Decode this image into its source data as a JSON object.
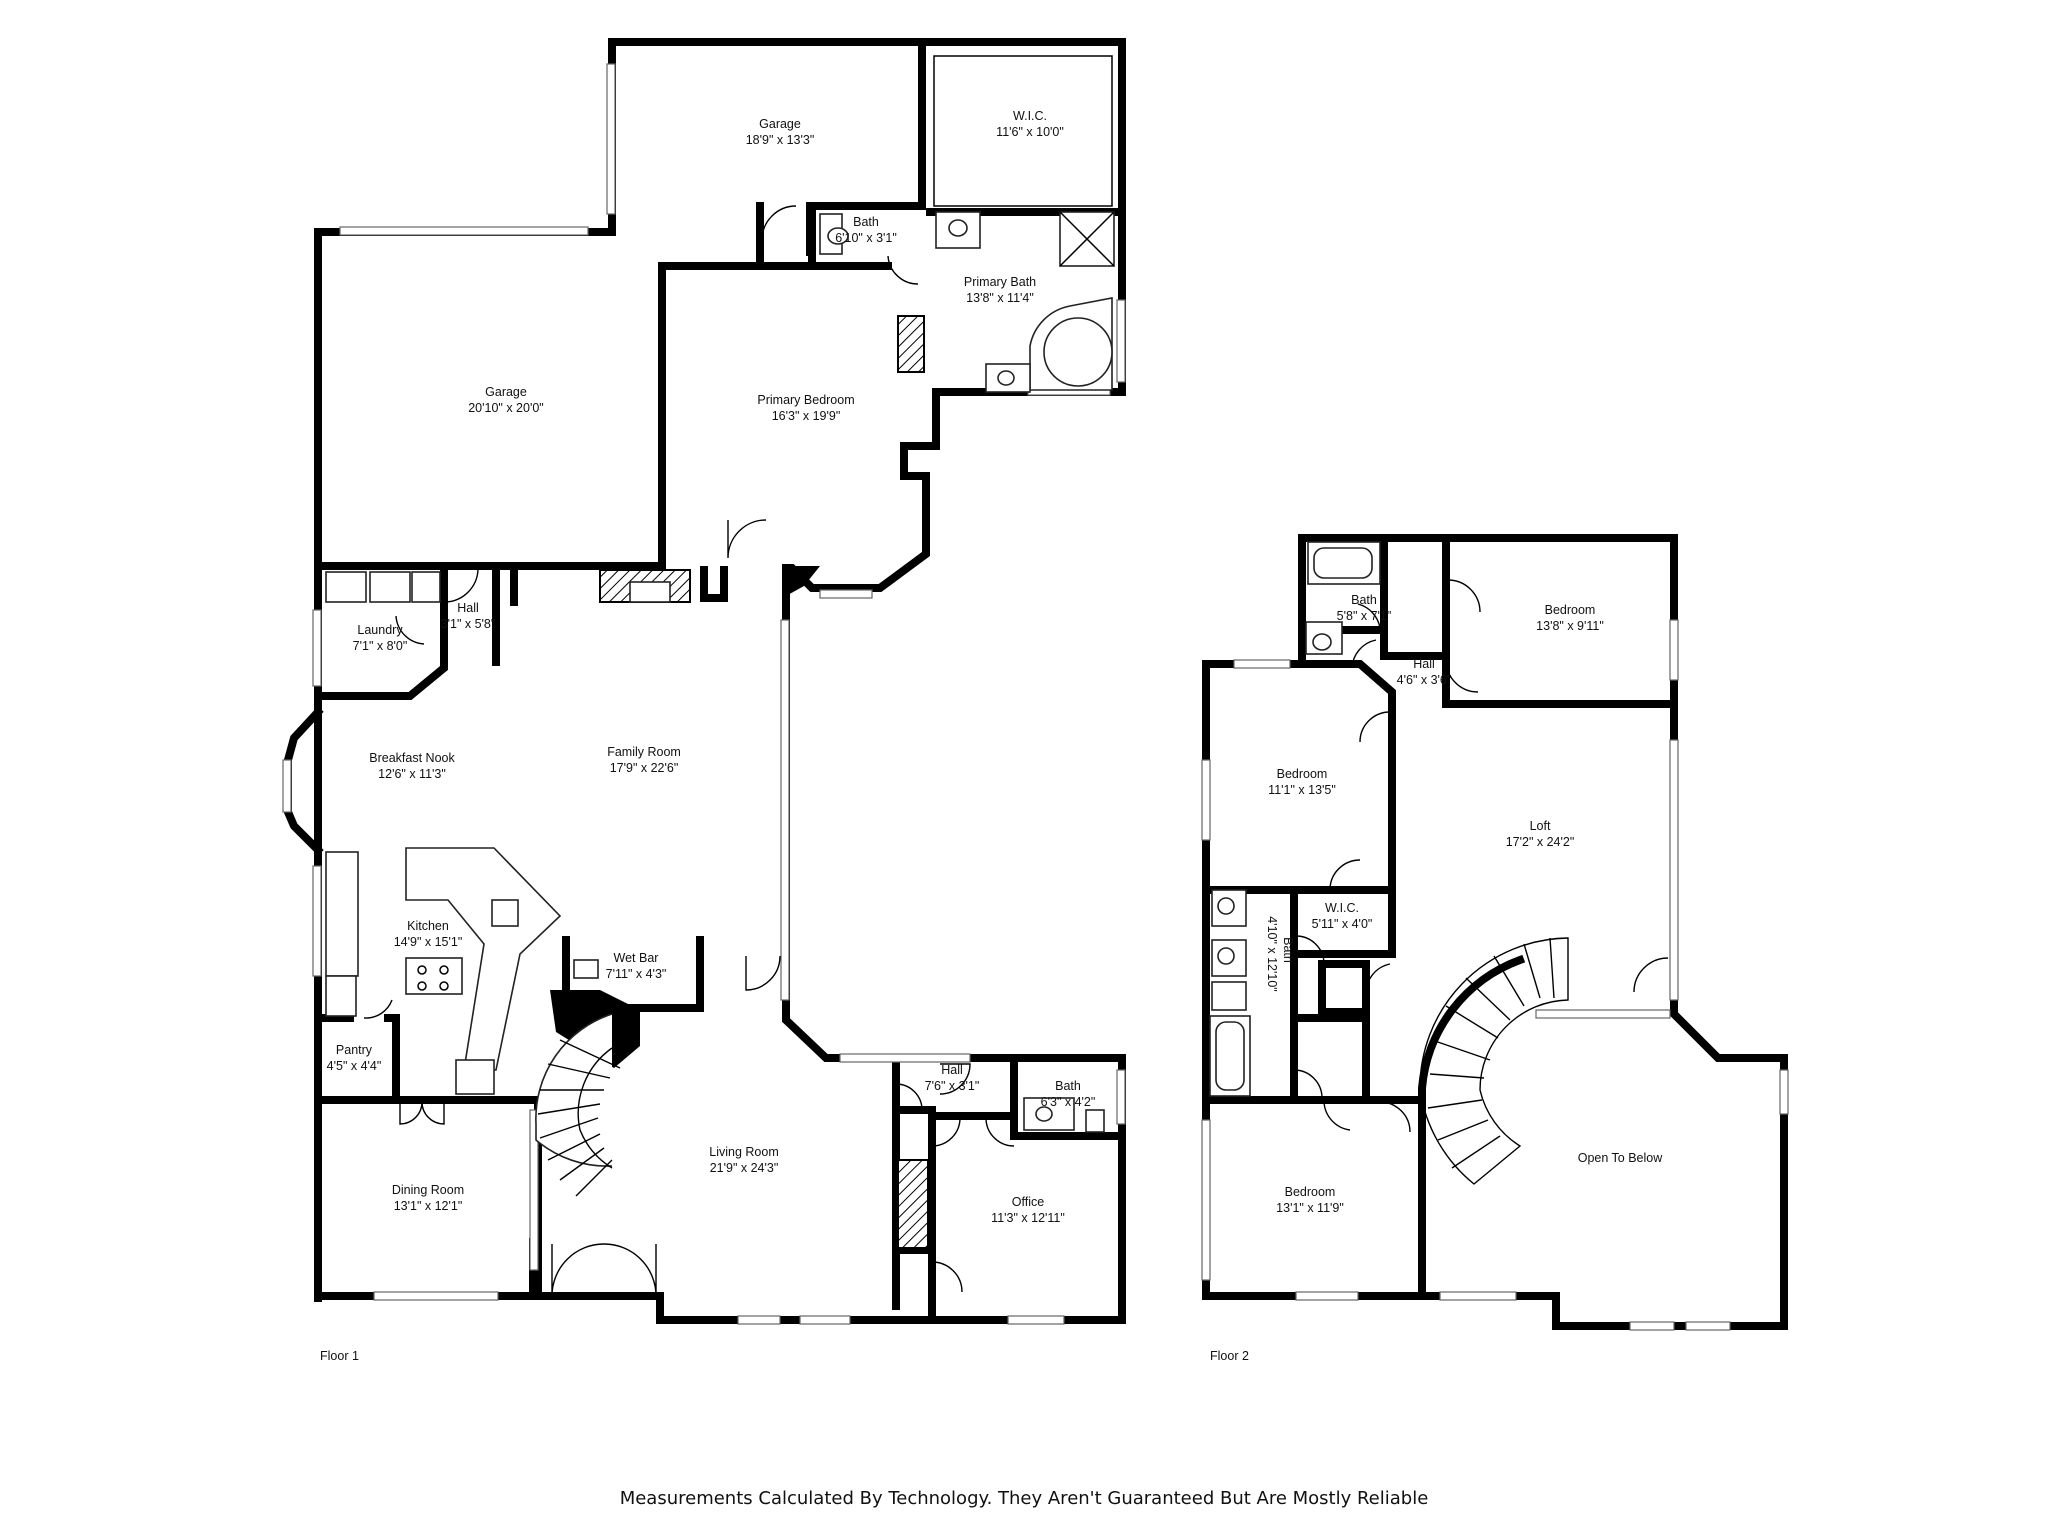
{
  "floors": [
    {
      "label": "Floor 1",
      "rooms": [
        {
          "name": "Garage",
          "dims": "18'9\" x 13'3\""
        },
        {
          "name": "W.I.C.",
          "dims": "11'6\" x 10'0\""
        },
        {
          "name": "Bath",
          "dims": "6'10\" x 3'1\""
        },
        {
          "name": "Primary Bath",
          "dims": "13'8\" x 11'4\""
        },
        {
          "name": "Garage",
          "dims": "20'10\" x 20'0\""
        },
        {
          "name": "Primary Bedroom",
          "dims": "16'3\" x 19'9\""
        },
        {
          "name": "Laundry",
          "dims": "7'1\" x 8'0\""
        },
        {
          "name": "Hall",
          "dims": "3'1\" x 5'8\""
        },
        {
          "name": "Breakfast Nook",
          "dims": "12'6\" x 11'3\""
        },
        {
          "name": "Family Room",
          "dims": "17'9\" x 22'6\""
        },
        {
          "name": "Kitchen",
          "dims": "14'9\" x 15'1\""
        },
        {
          "name": "Wet Bar",
          "dims": "7'11\" x 4'3\""
        },
        {
          "name": "Pantry",
          "dims": "4'5\" x 4'4\""
        },
        {
          "name": "Hall",
          "dims": "7'6\" x 3'1\""
        },
        {
          "name": "Bath",
          "dims": "6'3\" x 4'2\""
        },
        {
          "name": "Dining Room",
          "dims": "13'1\" x 12'1\""
        },
        {
          "name": "Living Room",
          "dims": "21'9\" x 24'3\""
        },
        {
          "name": "Office",
          "dims": "11'3\" x 12'11\""
        }
      ]
    },
    {
      "label": "Floor 2",
      "rooms": [
        {
          "name": "Bath",
          "dims": "5'8\" x 7'1\""
        },
        {
          "name": "Bedroom",
          "dims": "13'8\" x 9'11\""
        },
        {
          "name": "Hall",
          "dims": "4'6\" x 3'6\""
        },
        {
          "name": "Bedroom",
          "dims": "11'1\" x 13'5\""
        },
        {
          "name": "Loft",
          "dims": "17'2\" x 24'2\""
        },
        {
          "name": "W.I.C.",
          "dims": "5'11\" x 4'0\""
        },
        {
          "name": "Bath",
          "dims": "4'10\" x 12'10\""
        },
        {
          "name": "Open To Below",
          "dims": ""
        },
        {
          "name": "Bedroom",
          "dims": "13'1\" x 11'9\""
        }
      ]
    }
  ],
  "footer_note": "Measurements Calculated By Technology. They Aren't Guaranteed But Are Mostly Reliable"
}
